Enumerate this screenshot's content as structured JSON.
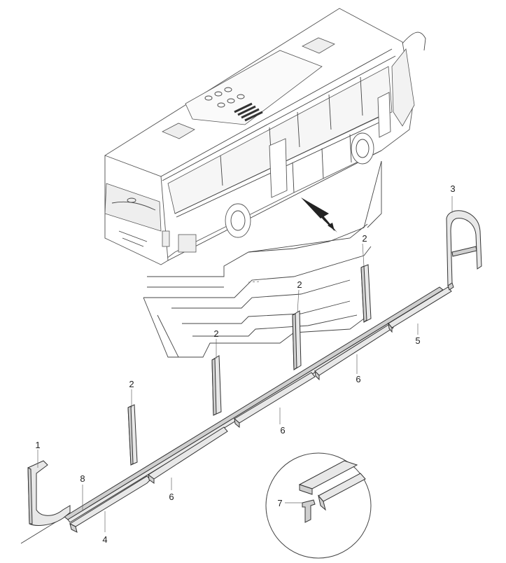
{
  "callouts": [
    {
      "id": "c1",
      "label": "1"
    },
    {
      "id": "c2a",
      "label": "2"
    },
    {
      "id": "c2b",
      "label": "2"
    },
    {
      "id": "c2c",
      "label": "2"
    },
    {
      "id": "c2d",
      "label": "2"
    },
    {
      "id": "c3",
      "label": "3"
    },
    {
      "id": "c4",
      "label": "4"
    },
    {
      "id": "c5",
      "label": "5"
    },
    {
      "id": "c6a",
      "label": "6"
    },
    {
      "id": "c6b",
      "label": "6"
    },
    {
      "id": "c6c",
      "label": "6"
    },
    {
      "id": "c7",
      "label": "7"
    },
    {
      "id": "c8",
      "label": "8"
    }
  ]
}
